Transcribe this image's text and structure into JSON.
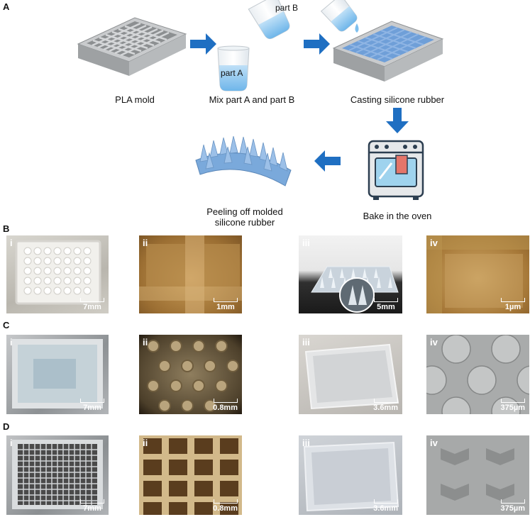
{
  "panels": {
    "A": "A",
    "B": "B",
    "C": "C",
    "D": "D"
  },
  "section_a": {
    "step_mold": "PLA mold",
    "step_mix": "Mix part A and part B",
    "step_cast": "Casting silicone rubber",
    "step_bake": "Bake in the oven",
    "step_peel_1": "Peeling off molded",
    "step_peel_2": "silicone rubber",
    "beaker_a_label": "part A",
    "beaker_b_label": "part B"
  },
  "row_b": [
    {
      "num": "i",
      "scale": "7mm"
    },
    {
      "num": "ii",
      "scale": "1mm"
    },
    {
      "num": "iii",
      "scale": "5mm"
    },
    {
      "num": "iv",
      "scale": "1µm"
    }
  ],
  "row_c": [
    {
      "num": "i",
      "scale": "7mm"
    },
    {
      "num": "ii",
      "scale": "0.8mm"
    },
    {
      "num": "iii",
      "scale": "3.6mm"
    },
    {
      "num": "iv",
      "scale": "375µm"
    }
  ],
  "row_d": [
    {
      "num": "i",
      "scale": "7mm"
    },
    {
      "num": "ii",
      "scale": "0.8mm"
    },
    {
      "num": "iii",
      "scale": "3.6mm"
    },
    {
      "num": "iv",
      "scale": "375µm"
    }
  ],
  "colors": {
    "arrow_blue": "#1f6fc2",
    "mold_gray": "#a9acae",
    "silicone_blue": "#6f9fd8",
    "oven_red": "#e4756a",
    "micro_amber": "#b8874a"
  }
}
